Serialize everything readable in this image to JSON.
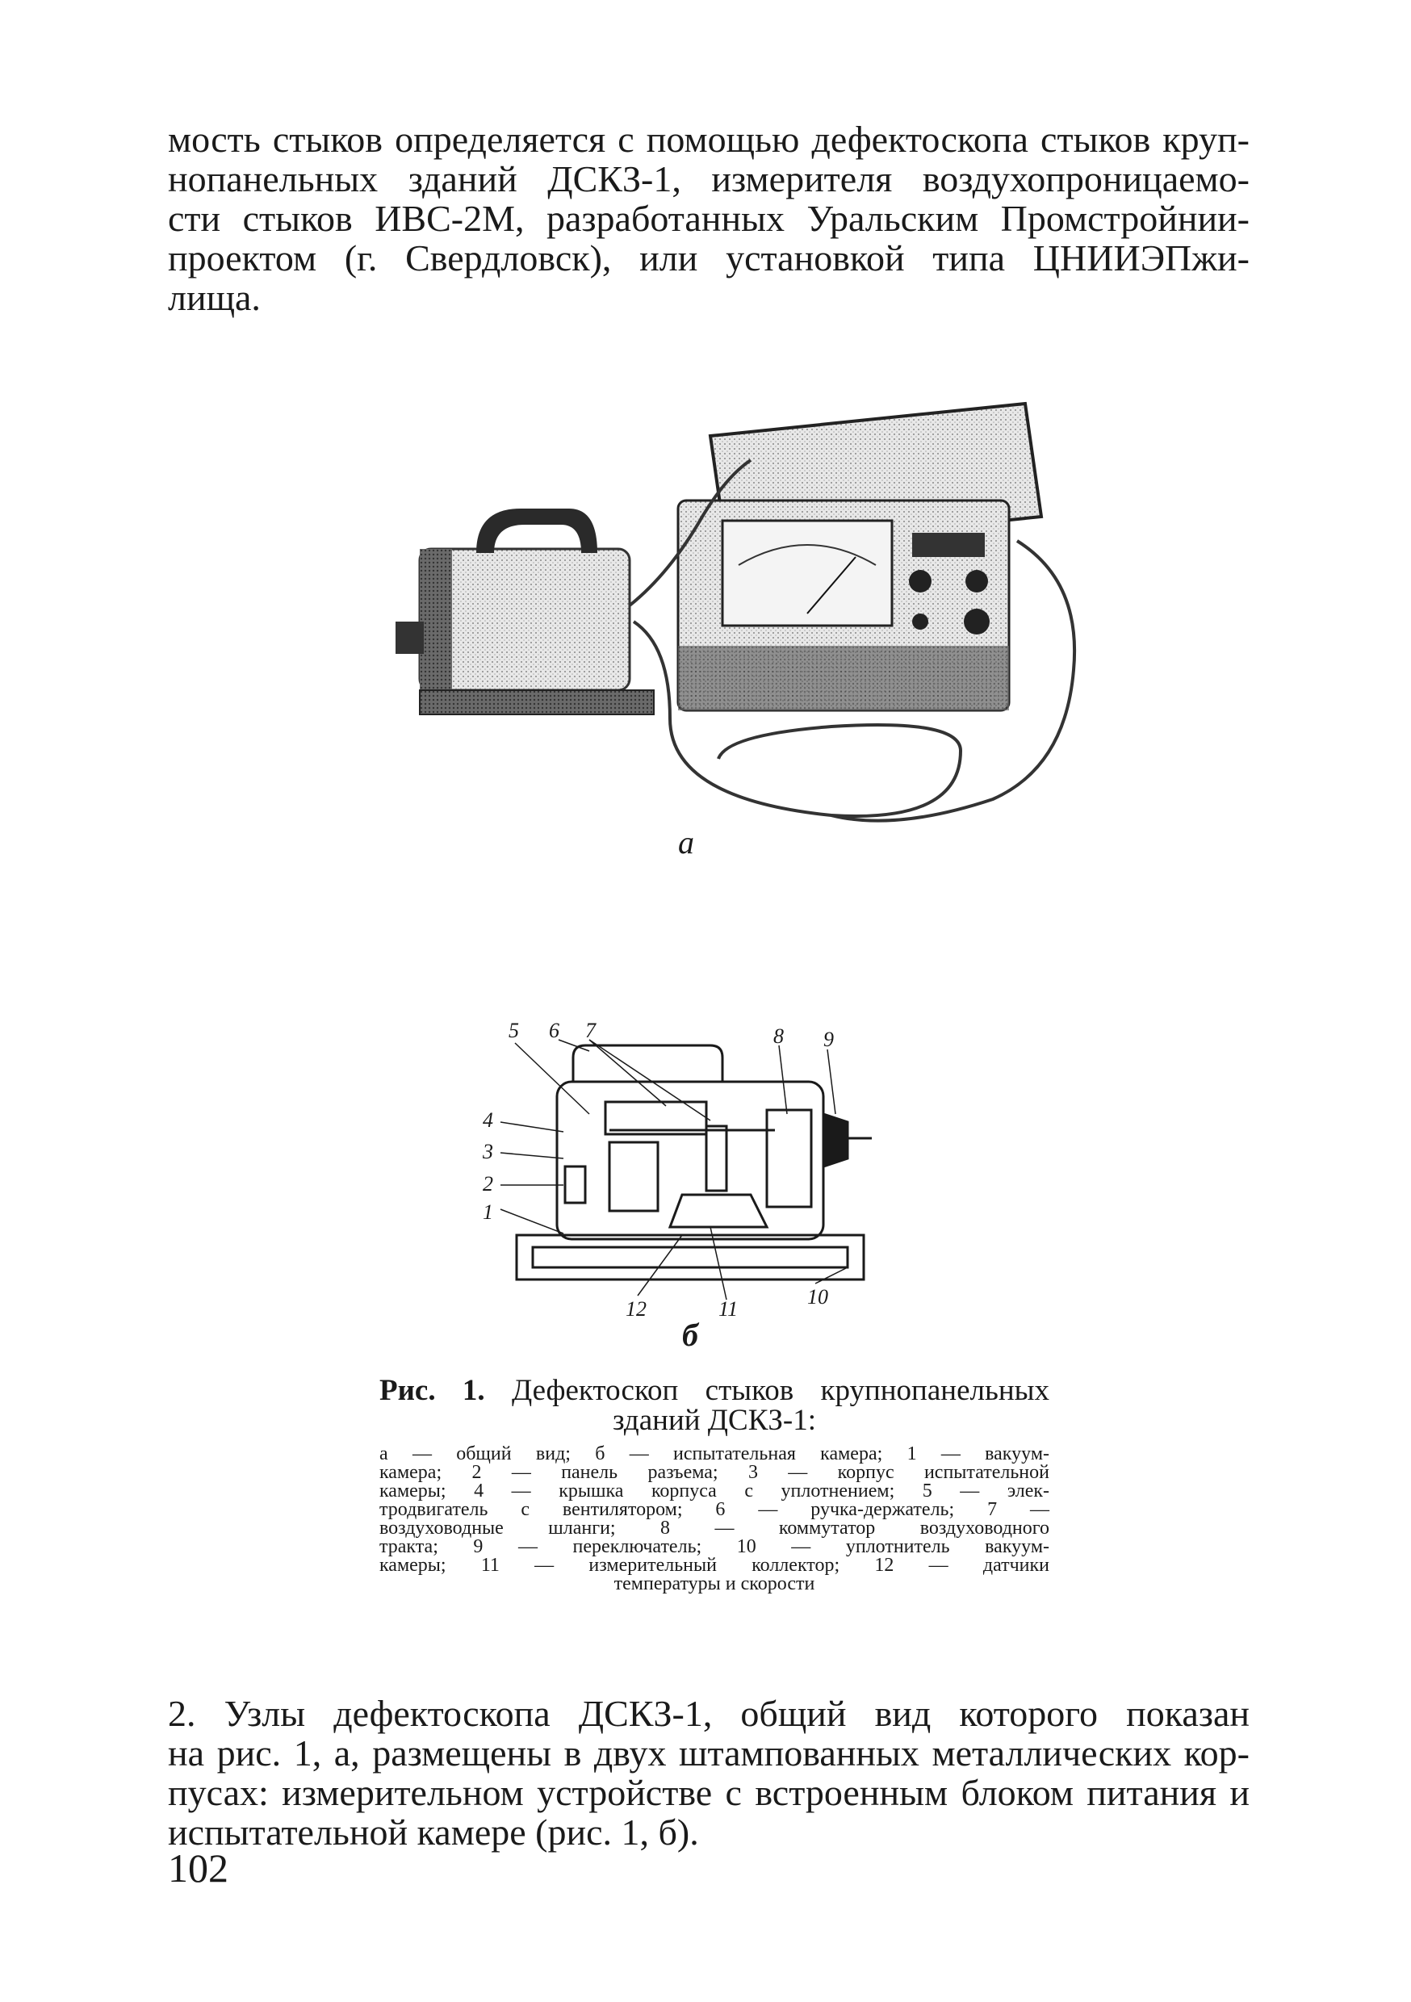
{
  "top_paragraph": {
    "lines": [
      "мость стыков определяется с помощью дефектоскопа стыков круп-",
      "нопанельных зданий ДСКЗ-1, измерителя воздухопроницаемо-",
      "сти стыков ИВС-2М, разработанных Уральским Промстройнии-",
      "проектом (г. Свердловск), или установкой типа ЦНИИЭПжи-",
      "лища."
    ]
  },
  "figure_a": {
    "letter": "а"
  },
  "figure_b": {
    "letter": "б",
    "labels": [
      "1",
      "2",
      "3",
      "4",
      "5",
      "6",
      "7",
      "8",
      "9",
      "10",
      "11",
      "12"
    ]
  },
  "caption": {
    "prefix": "Рис. 1.",
    "title_line1": "Дефектоскоп стыков крупнопанельных",
    "title_line2": "зданий ДСКЗ-1:",
    "legend_lines": [
      "а — общий вид; б — испытательная камера; 1 — вакуум-",
      "камера; 2 — панель разъема; 3 — корпус испытательной",
      "камеры; 4 — крышка корпуса с уплотнением; 5 — элек-",
      "тродвигатель с вентилятором; 6 — ручка-держатель; 7 —",
      "воздуховодные шланги; 8 — коммутатор воздуховодного",
      "тракта; 9 — переключатель; 10 — уплотнитель вакуум-",
      "камеры; 11 — измерительный коллектор; 12 — датчики",
      "температуры и скорости"
    ]
  },
  "bottom_paragraph": {
    "lines": [
      "2. Узлы дефектоскопа ДСКЗ-1, общий вид которого показан",
      "на рис. 1, а, размещены в двух штампованных металлических кор-",
      "пусах: измерительном устройстве с встроенным блоком питания и",
      "испытательной камере (рис. 1, б)."
    ]
  },
  "page_number": "102"
}
